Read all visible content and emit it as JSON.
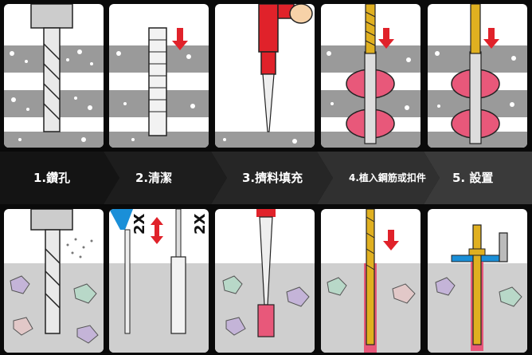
{
  "steps": [
    {
      "label": "1.鑽孔"
    },
    {
      "label": "2.清潔"
    },
    {
      "label": "3.擠料填充"
    },
    {
      "label": "4.植入鋼筋或扣件"
    },
    {
      "label": "5. 設置"
    }
  ],
  "annotations": {
    "blow_count": "2X",
    "brush_count": "2X"
  },
  "colors": {
    "background": "#0a0a0a",
    "accent_red": "#e0222a",
    "resin_pink": "#e8587a",
    "rod_gold": "#e0b020",
    "blower_blue": "#1a8fd8",
    "concrete_gray": "#9a9a9a"
  }
}
